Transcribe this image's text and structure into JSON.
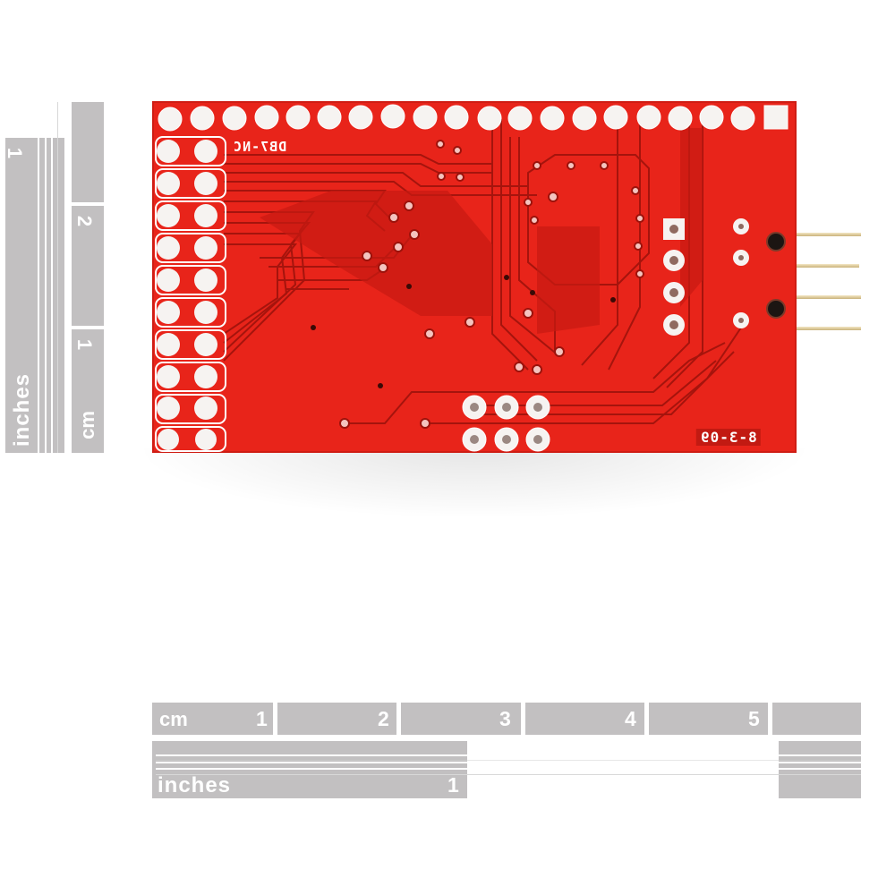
{
  "image": {
    "subject": "Red PCB breakout board (bottom side) with right-angle header pins",
    "background_color": "#ffffff",
    "pcb_color": "#e8241a",
    "ruler_color": "#c2c0c1"
  },
  "pcb": {
    "silkscreen_label": "DB7-NC",
    "date_code": "8-3-09",
    "top_row_pads": 20,
    "left_double_column_pads": 20,
    "center_pad_grid": "2x3",
    "right_vertical_pads": 4,
    "header_pins": 4
  },
  "left_ruler": {
    "inches_label": "inches",
    "inches_number": "1",
    "cm_label": "cm",
    "cm_numbers": [
      "1",
      "2"
    ]
  },
  "bottom_ruler": {
    "cm_label": "cm",
    "cm_numbers": [
      "1",
      "2",
      "3",
      "4",
      "5"
    ],
    "inches_label": "inches",
    "inches_number": "1"
  }
}
